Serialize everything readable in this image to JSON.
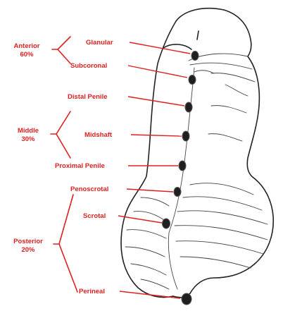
{
  "groups": {
    "anterior": {
      "name": "Anterior",
      "pct": "60%"
    },
    "middle": {
      "name": "Middle",
      "pct": "30%"
    },
    "posterior": {
      "name": "Posterior",
      "pct": "20%"
    }
  },
  "locations": [
    {
      "key": "glanular",
      "label": "Glanular"
    },
    {
      "key": "subcoronal",
      "label": "Subcoronal"
    },
    {
      "key": "distal_penile",
      "label": "Distal Penile"
    },
    {
      "key": "midshaft",
      "label": "Midshaft"
    },
    {
      "key": "proximal_penile",
      "label": "Proximal Penile"
    },
    {
      "key": "penoscrotal",
      "label": "Penoscrotal"
    },
    {
      "key": "scrotal",
      "label": "Scrotal"
    },
    {
      "key": "perineal",
      "label": "Perineal"
    }
  ],
  "colors": {
    "label": "#e02020",
    "outline": "#222222",
    "meatus": "#1f1f1f"
  }
}
